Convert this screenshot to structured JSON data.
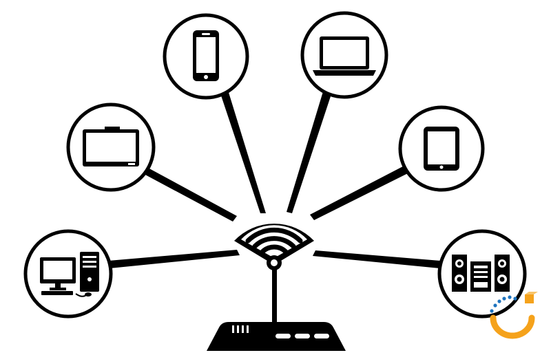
{
  "colors": {
    "ink": "#000000",
    "paper": "#ffffff",
    "badge_orange": "#f5a21b",
    "badge_blue": "#1e73be"
  },
  "hub": {
    "icon": "wifi-router-icon",
    "signal_icon": "wifi-signal-icon"
  },
  "devices": [
    {
      "name": "desktop-computer",
      "icon": "desktop-computer-icon"
    },
    {
      "name": "television",
      "icon": "television-icon"
    },
    {
      "name": "smartphone",
      "icon": "smartphone-icon"
    },
    {
      "name": "laptop",
      "icon": "laptop-icon"
    },
    {
      "name": "tablet",
      "icon": "tablet-icon"
    },
    {
      "name": "stereo-system",
      "icon": "stereo-speakers-icon"
    }
  ],
  "watermark": {
    "icon": "watermark-logo-icon"
  }
}
